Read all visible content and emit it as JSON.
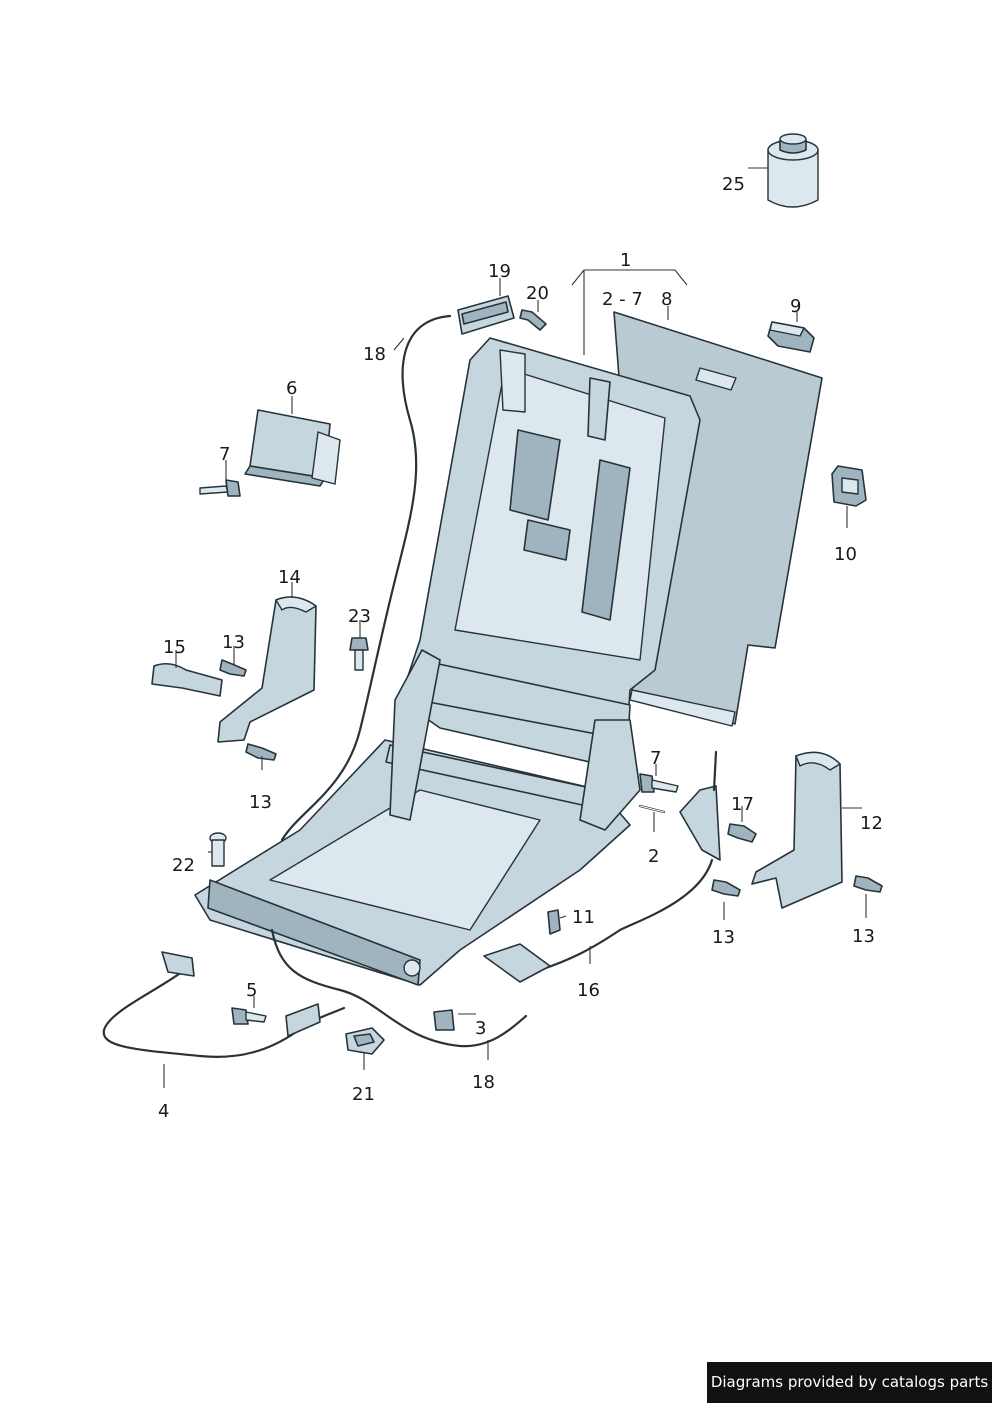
{
  "diagram": {
    "callouts": {
      "c1": "1",
      "c2_7": "2 - 7",
      "c8": "8",
      "c9": "9",
      "c10": "10",
      "c19": "19",
      "c20": "20",
      "c18_top": "18",
      "c6": "6",
      "c7_left": "7",
      "c14": "14",
      "c15": "15",
      "c13_a": "13",
      "c23": "23",
      "c13_b": "13",
      "c7_right": "7",
      "c2": "2",
      "c17": "17",
      "c12": "12",
      "c22": "22",
      "c11": "11",
      "c13_c": "13",
      "c13_d": "13",
      "c16": "16",
      "c5": "5",
      "c3": "3",
      "c18_bottom": "18",
      "c4": "4",
      "c21": "21",
      "c25": "25"
    }
  },
  "footer": {
    "credit": "Diagrams provided by catalogs parts"
  },
  "colors": {
    "part_fill": "#c6d6de",
    "outline": "#27333a",
    "footer_bg": "#111111"
  }
}
